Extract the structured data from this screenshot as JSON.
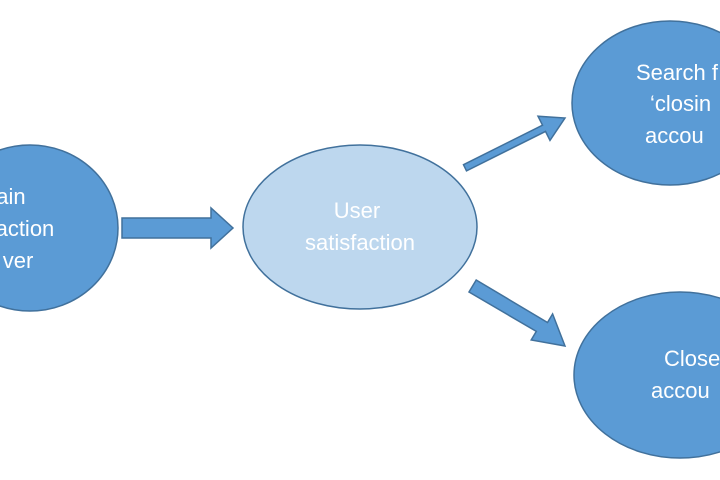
{
  "colors": {
    "node_dark": "#5b9bd5",
    "node_light": "#bdd7ee",
    "node_stroke": "#41719c",
    "arrow": "#5b9bd5",
    "text": "#ffffff"
  },
  "nodes": {
    "main_driver": {
      "lines": [
        "ain",
        "action",
        "ver"
      ]
    },
    "user_satisfaction": {
      "lines": [
        "User",
        "satisfaction"
      ]
    },
    "search_closing": {
      "lines": [
        "Search f",
        "‘closin",
        "accou"
      ]
    },
    "closed_account": {
      "lines": [
        "Close",
        "accou"
      ]
    }
  }
}
